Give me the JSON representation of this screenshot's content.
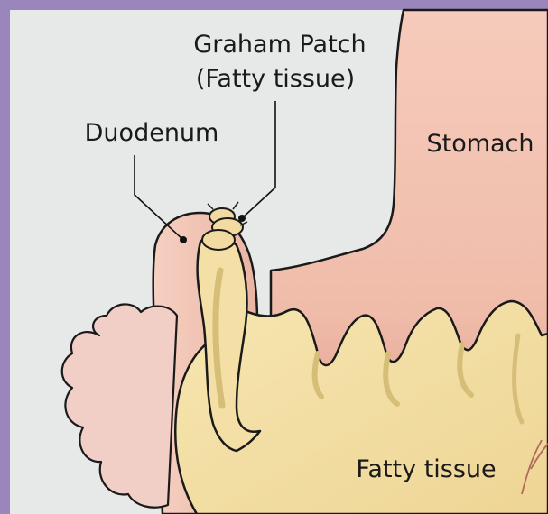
{
  "labels": {
    "graham_patch_line1": "Graham Patch",
    "graham_patch_line2": "(Fatty tissue)",
    "duodenum": "Duodenum",
    "stomach": "Stomach",
    "fatty_tissue": "Fatty tissue"
  },
  "colors": {
    "frame": "#9a86bd",
    "background": "#e7e8e8",
    "stomach": "#f2c0b0",
    "duodenum": "#f2c2b2",
    "fatty_tissue": "#f2dea0",
    "fat_shadow": "#d9bf78",
    "outline": "#1a1a1a"
  }
}
